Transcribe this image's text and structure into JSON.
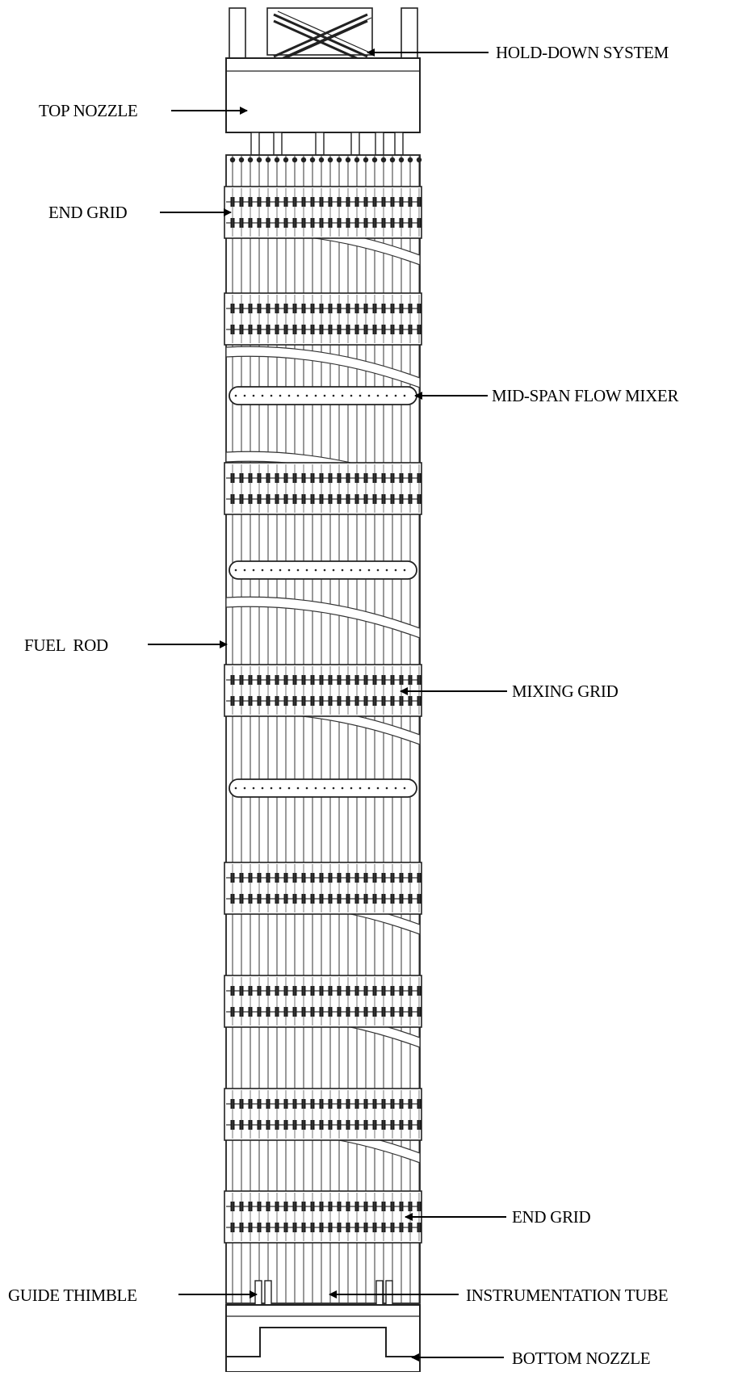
{
  "labels": {
    "hold_down_system": "HOLD-DOWN SYSTEM",
    "top_nozzle": "TOP NOZZLE",
    "end_grid_top": "END GRID",
    "mid_span_flow_mixer": "MID-SPAN FLOW MIXER",
    "fuel_rod": "FUEL  ROD",
    "mixing_grid": "MIXING GRID",
    "end_grid_bottom": "END GRID",
    "guide_thimble": "GUIDE THIMBLE",
    "instrumentation_tube": "INSTRUMENTATION TUBE",
    "bottom_nozzle": "BOTTOM NOZZLE"
  },
  "colors": {
    "line": "#000000",
    "drawing": "#1a1a1a",
    "background": "#ffffff"
  }
}
